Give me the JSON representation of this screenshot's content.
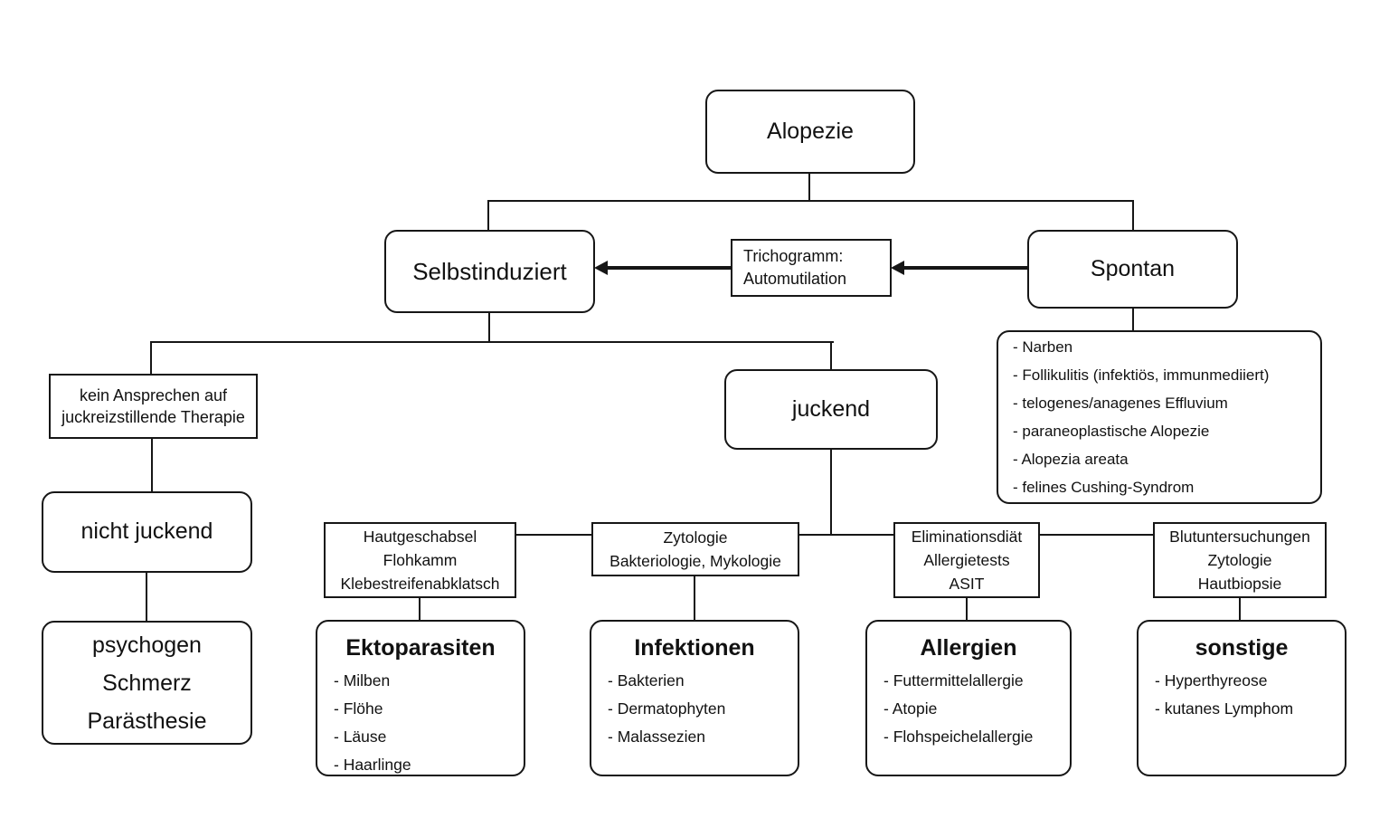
{
  "diagram": {
    "title": "Alopezie",
    "colors": {
      "line": "#161616",
      "background": "#ffffff",
      "text": "#111111"
    },
    "nodes": {
      "alopezie": {
        "label": "Alopezie"
      },
      "selbstinduziert": {
        "label": "Selbstinduziert"
      },
      "trichogramm": {
        "line1": "Trichogramm:",
        "line2": "Automutilation"
      },
      "spontan": {
        "label": "Spontan"
      },
      "spontan_findings": {
        "items": [
          "- Narben",
          "- Follikulitis (infektiös, immunmediiert)",
          "- telogenes/anagenes Effluvium",
          "- paraneoplastische Alopezie",
          "- Alopezia areata",
          "- felines Cushing-Syndrom"
        ]
      },
      "kein_ansprechen": {
        "line1": "kein Ansprechen auf",
        "line2": "juckreizstillende Therapie"
      },
      "juckend": {
        "label": "juckend"
      },
      "nicht_juckend": {
        "label": "nicht juckend"
      },
      "psychogen": {
        "line1": "psychogen",
        "line2": "Schmerz",
        "line3": "Parästhesie"
      },
      "tests_ektoparasiten": {
        "line1": "Hautgeschabsel",
        "line2": "Flohkamm",
        "line3": "Klebestreifenabklatsch"
      },
      "tests_infektionen": {
        "line1": "Zytologie",
        "line2": "Bakteriologie, Mykologie"
      },
      "tests_allergien": {
        "line1": "Eliminationsdiät",
        "line2": "Allergietests",
        "line3": "ASIT"
      },
      "tests_sonstige": {
        "line1": "Blutuntersuchungen",
        "line2": "Zytologie",
        "line3": "Hautbiopsie"
      },
      "ektoparasiten": {
        "title": "Ektoparasiten",
        "items": [
          "- Milben",
          "- Flöhe",
          "- Läuse",
          "- Haarlinge"
        ]
      },
      "infektionen": {
        "title": "Infektionen",
        "items": [
          "- Bakterien",
          "- Dermatophyten",
          "- Malassezien"
        ]
      },
      "allergien": {
        "title": "Allergien",
        "items": [
          "- Futtermittelallergie",
          "- Atopie",
          "- Flohspeichelallergie"
        ]
      },
      "sonstige": {
        "title": "sonstige",
        "items": [
          "- Hyperthyreose",
          "- kutanes Lymphom"
        ]
      }
    }
  }
}
